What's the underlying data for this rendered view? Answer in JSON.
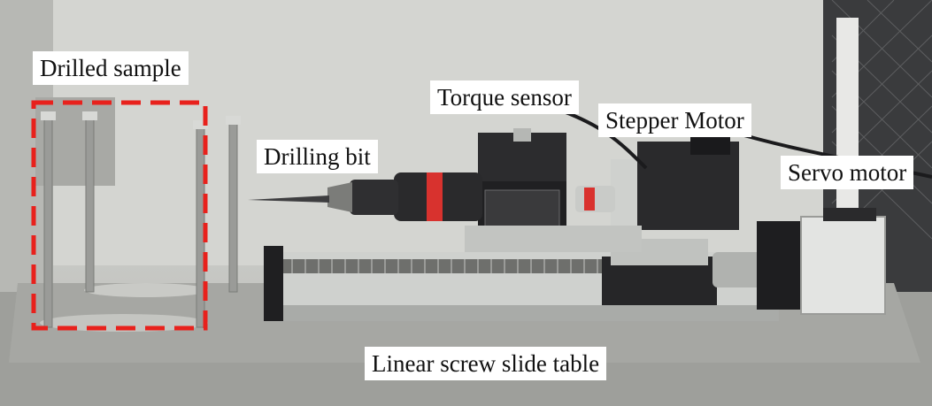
{
  "labels": {
    "drilled_sample": "Drilled sample",
    "torque_sensor": "Torque sensor",
    "stepper_motor": "Stepper Motor",
    "drilling_bit": "Drilling bit",
    "servo_motor": "Servo motor",
    "linear_table": "Linear screw slide table"
  },
  "colors": {
    "highlight_box": "#e8211c",
    "background_wall": "#cfd0cc",
    "bench": "#9c9d99",
    "rail": "#b8bab7",
    "motor_body": "#2b2b2d"
  },
  "icons": [
    "red-dashed-highlight-box"
  ]
}
